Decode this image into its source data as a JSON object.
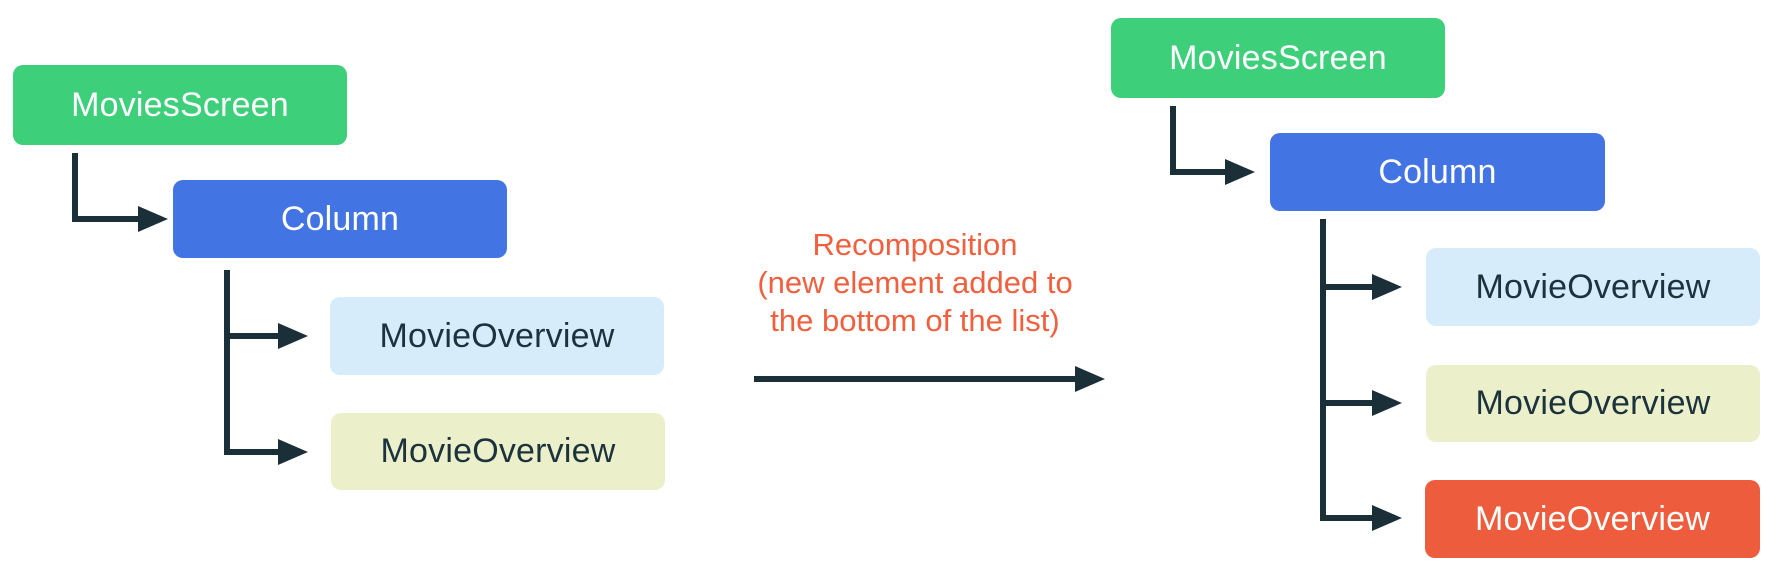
{
  "diagram": {
    "caption": {
      "lines": [
        "Recomposition",
        "(new element added to",
        "the bottom of the list)"
      ]
    },
    "tree_before": {
      "nodes": [
        {
          "label": "MoviesScreen"
        },
        {
          "label": "Column"
        },
        {
          "label": "MovieOverview"
        },
        {
          "label": "MovieOverview"
        }
      ]
    },
    "tree_after": {
      "nodes": [
        {
          "label": "MoviesScreen"
        },
        {
          "label": "Column"
        },
        {
          "label": "MovieOverview"
        },
        {
          "label": "MovieOverview"
        },
        {
          "label": "MovieOverview"
        }
      ]
    }
  },
  "colors": {
    "node-green": "#3ecf7b",
    "node-blue": "#4374e4",
    "node-light-blue": "#d7ecfa",
    "node-pale-yellow": "#ebf0cb",
    "node-orange": "#ed5c3c",
    "caption-orange": "#f0603e",
    "connector-navy": "#1b2f39",
    "text-dark": "#1c333e",
    "text-light": "#ffffff",
    "background": "#ffffff"
  }
}
